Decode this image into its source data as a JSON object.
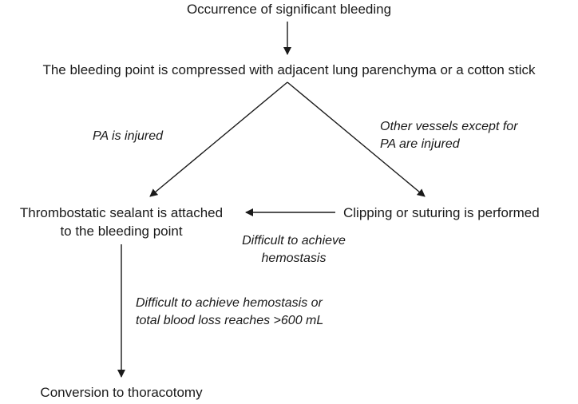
{
  "nodes": {
    "start": "Occurrence of significant bleeding",
    "compress": "The bleeding point is compressed with adjacent lung parenchyma or a cotton stick",
    "sealant": {
      "line1": "Thrombostatic sealant is attached",
      "line2": "to the bleeding point"
    },
    "clipping": "Clipping or suturing is performed",
    "thoracotomy": "Conversion to thoracotomy"
  },
  "labels": {
    "pa_injured": "PA is injured",
    "other_vessels": {
      "line1": "Other vessels except for",
      "line2": "PA are injured"
    },
    "difficult_short": {
      "line1": "Difficult to achieve",
      "line2": "hemostasis"
    },
    "difficult_long": {
      "line1": "Difficult to achieve hemostasis or",
      "line2": "total blood loss reaches >600 mL"
    }
  },
  "colors": {
    "text": "#1a1a1a",
    "line": "#1a1a1a",
    "background": "#ffffff"
  }
}
